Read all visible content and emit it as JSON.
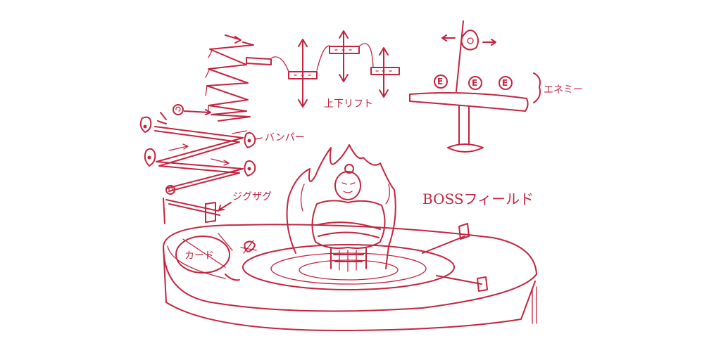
{
  "labels": {
    "bumper": "バンパー",
    "zigzag": "ジグザグ",
    "lift": "上下リフト",
    "enemy": "エネミー",
    "boss_field": "BOSSフィールド",
    "card": "カード"
  },
  "enemy_marks": [
    "E",
    "E",
    "E"
  ],
  "colors": {
    "ink": "#c4243f",
    "background": "#ffffff"
  }
}
